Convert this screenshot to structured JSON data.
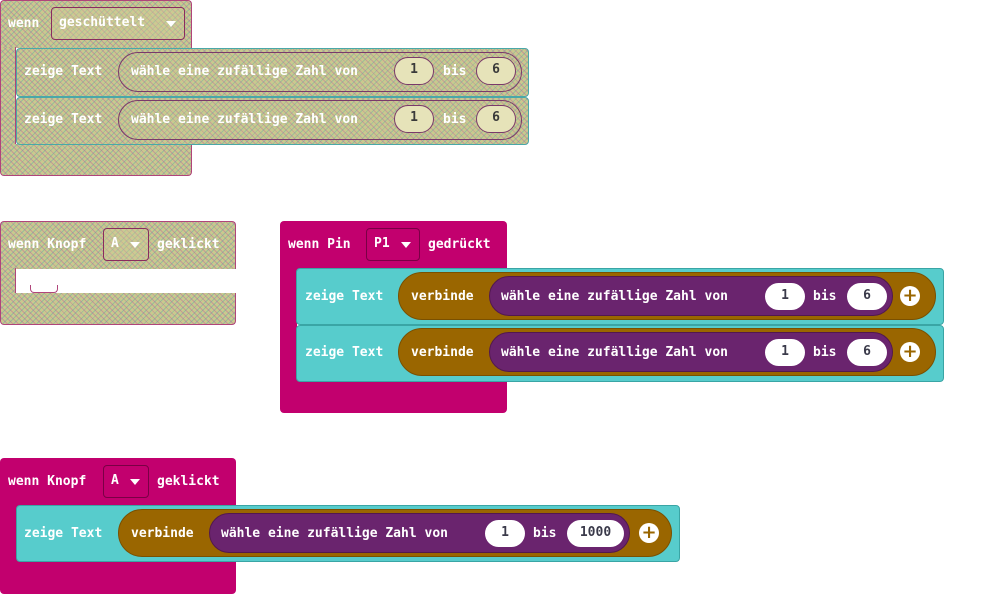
{
  "blocks": {
    "shake": {
      "label_when": "wenn",
      "gesture": "geschüttelt",
      "rows": [
        {
          "show": "zeige Text",
          "random": "wähle eine zufällige Zahl von",
          "from": "1",
          "to_label": "bis",
          "to": "6"
        },
        {
          "show": "zeige Text",
          "random": "wähle eine zufällige Zahl von",
          "from": "1",
          "to_label": "bis",
          "to": "6"
        }
      ]
    },
    "button_empty": {
      "label_when": "wenn Knopf",
      "button": "A",
      "label_clicked": "geklickt"
    },
    "pin": {
      "label_when": "wenn Pin",
      "pin": "P1",
      "label_pressed": "gedrückt",
      "rows": [
        {
          "show": "zeige Text",
          "join": "verbinde",
          "random": "wähle eine zufällige Zahl von",
          "from": "1",
          "to_label": "bis",
          "to": "6"
        },
        {
          "show": "zeige Text",
          "join": "verbinde",
          "random": "wähle eine zufällige Zahl von",
          "from": "1",
          "to_label": "bis",
          "to": "6"
        }
      ]
    },
    "button_big": {
      "label_when": "wenn Knopf",
      "button": "A",
      "label_clicked": "geklickt",
      "row": {
        "show": "zeige Text",
        "join": "verbinde",
        "random": "wähle eine zufällige Zahl von",
        "from": "1",
        "to_label": "bis",
        "to": "1000"
      }
    }
  },
  "icons": {
    "add": "plus-circle-icon",
    "dropdown": "caret-down-icon"
  },
  "colors": {
    "event": "#c2006e",
    "text": "#57cccc",
    "join": "#9a6600",
    "math": "#6a246e",
    "disabled": "#c9c98e"
  }
}
